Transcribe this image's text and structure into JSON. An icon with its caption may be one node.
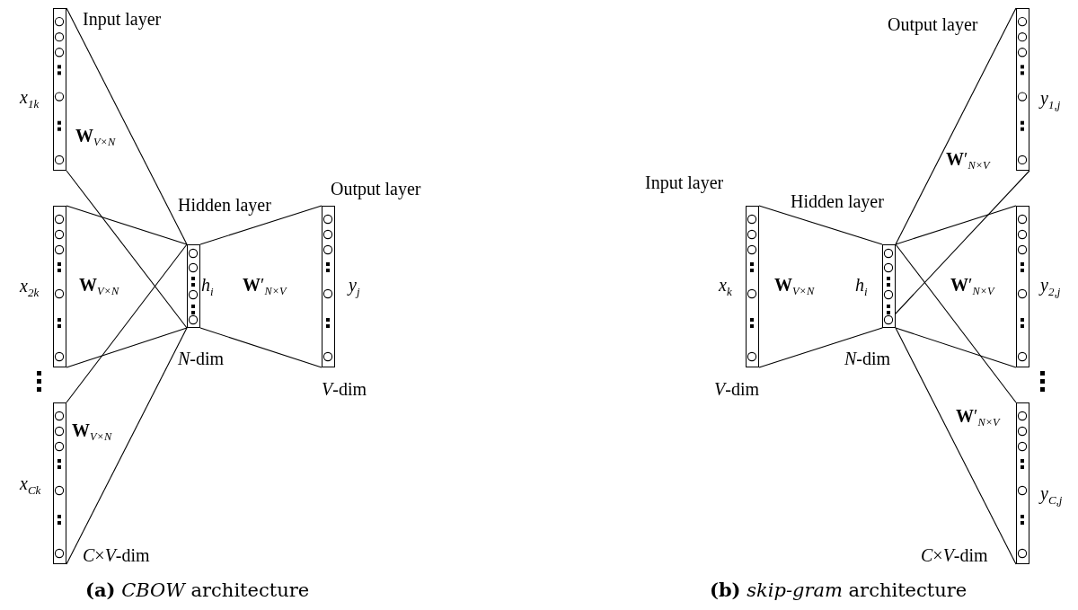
{
  "diagram": {
    "nodes": [
      {
        "text": [],
        "shape": "bar",
        "beside": [
          "x$_{1k}$"
        ]
      },
      {
        "text": [],
        "shape": "bar",
        "beside": [
          "x$_{2k}$"
        ]
      },
      {
        "text": [],
        "shape": "bar",
        "beside": [
          "x$_{Ck}$"
        ]
      },
      {
        "text": [],
        "shape": "bar",
        "beside": [
          "h$_{i}$"
        ]
      },
      {
        "text": [],
        "shape": "bar",
        "beside": [
          "y$_{j}$"
        ]
      },
      {
        "text": [],
        "shape": "bar",
        "beside": [
          "x$_{k}$"
        ]
      },
      {
        "text": [],
        "shape": "bar",
        "beside": [
          "h$_{i}$"
        ]
      },
      {
        "text": [],
        "shape": "bar",
        "beside": [
          "y$_{1,j}$"
        ]
      },
      {
        "text": [],
        "shape": "bar",
        "beside": [
          "y$_{2,j}$"
        ]
      },
      {
        "text": [],
        "shape": "bar",
        "beside": [
          "y$_{C,j}$"
        ]
      }
    ],
    "edges": [
      {
        "from": 0,
        "to": 3,
        "arrow": "none"
      },
      {
        "from": 0,
        "to": 3,
        "arrow": "none"
      },
      {
        "from": 1,
        "to": 3,
        "arrow": "none"
      },
      {
        "from": 1,
        "to": 3,
        "arrow": "none"
      },
      {
        "from": 2,
        "to": 3,
        "arrow": "none"
      },
      {
        "from": 2,
        "to": 3,
        "arrow": "none"
      },
      {
        "from": 3,
        "to": 4,
        "arrow": "none"
      },
      {
        "from": 3,
        "to": 4,
        "arrow": "none"
      },
      {
        "from": 5,
        "to": 6,
        "arrow": "none"
      },
      {
        "from": 5,
        "to": 6,
        "arrow": "none"
      },
      {
        "from": 6,
        "to": 7,
        "arrow": "none"
      },
      {
        "from": 6,
        "to": 7,
        "arrow": "none"
      },
      {
        "from": 6,
        "to": 8,
        "arrow": "none"
      },
      {
        "from": 6,
        "to": 8,
        "arrow": "none"
      },
      {
        "from": 6,
        "to": 9,
        "arrow": "none"
      },
      {
        "from": 6,
        "to": 9,
        "arrow": "none"
      }
    ],
    "labels": [
      "Input layer",
      "**W**$_{V×N}$",
      "Hidden layer",
      "Output layer",
      "**W**$_{V×N}$",
      "**W**′$_{N×V}$",
      "*N*-dim",
      "*V*-dim",
      "**W**$_{V×N}$",
      "*C*×*V*-dim",
      "**(a)** *CBOW* architecture",
      "Output layer",
      "**W**′$_{N×V}$",
      "Input layer",
      "Hidden layer",
      "**W**$_{V×N}$",
      "**W**′$_{N×V}$",
      "*N*-dim",
      "*V*-dim",
      "**W**′$_{N×V}$",
      "*C*×*V*-dim",
      "**(b)** *skip-gram* architecture"
    ]
  }
}
